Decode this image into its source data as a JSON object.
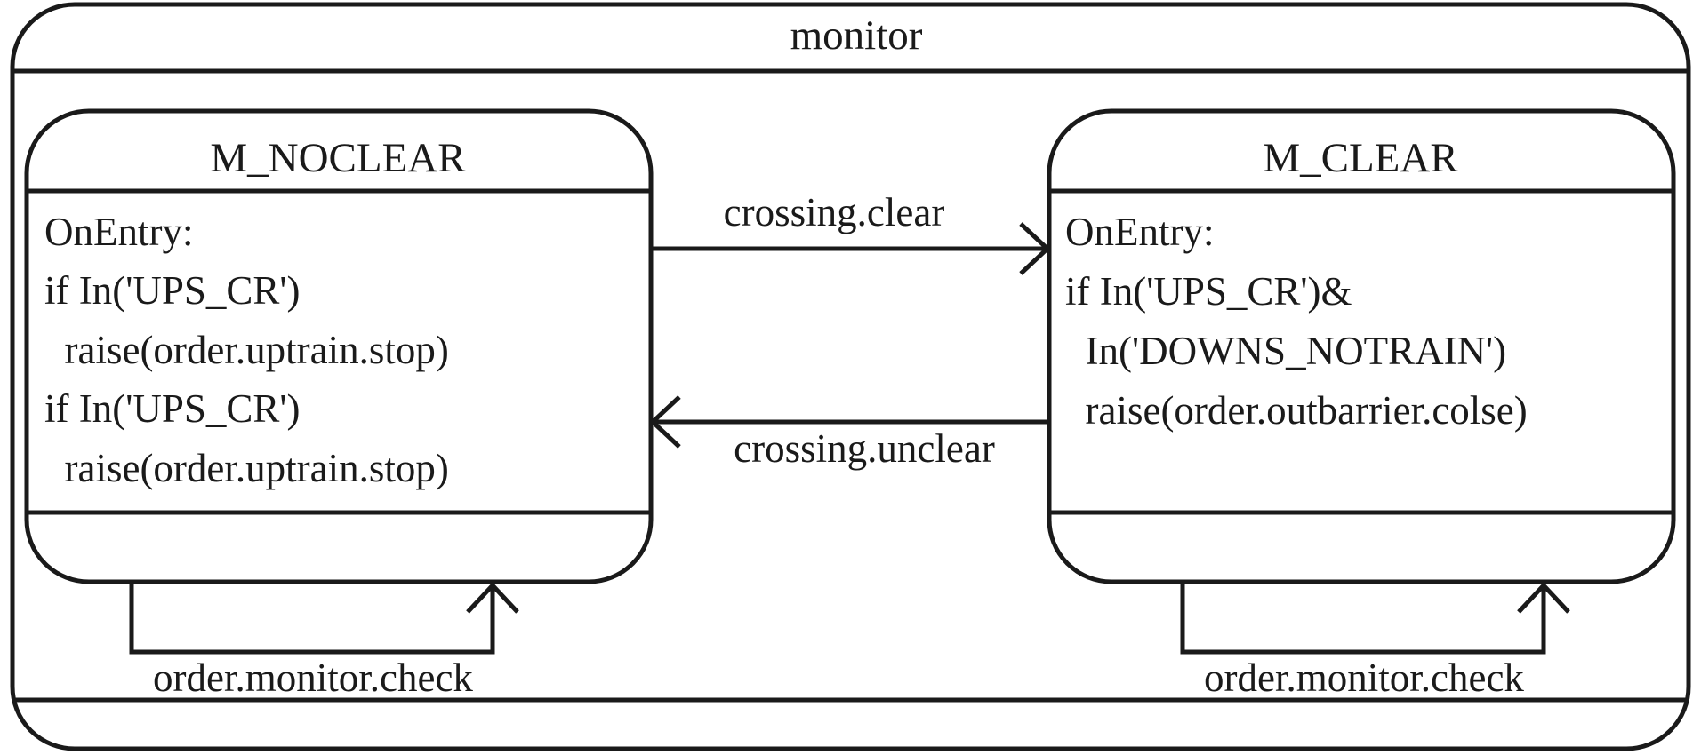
{
  "container": {
    "title": "monitor"
  },
  "states": [
    {
      "id": "m-noclear",
      "name": "M_NOCLEAR",
      "entry_lines": [
        "OnEntry:",
        "if In('UPS_CR')",
        "  raise(order.uptrain.stop)",
        "if In('UPS_CR')",
        "  raise(order.uptrain.stop)"
      ],
      "self_transition": "order.monitor.check"
    },
    {
      "id": "m-clear",
      "name": "M_CLEAR",
      "entry_lines": [
        "OnEntry:",
        "if In('UPS_CR')&",
        "  In('DOWNS_NOTRAIN')",
        "  raise(order.outbarrier.colse)"
      ],
      "self_transition": "order.monitor.check"
    }
  ],
  "transitions": [
    {
      "from": "M_NOCLEAR",
      "to": "M_CLEAR",
      "label": "crossing.clear"
    },
    {
      "from": "M_CLEAR",
      "to": "M_NOCLEAR",
      "label": "crossing.unclear"
    }
  ]
}
